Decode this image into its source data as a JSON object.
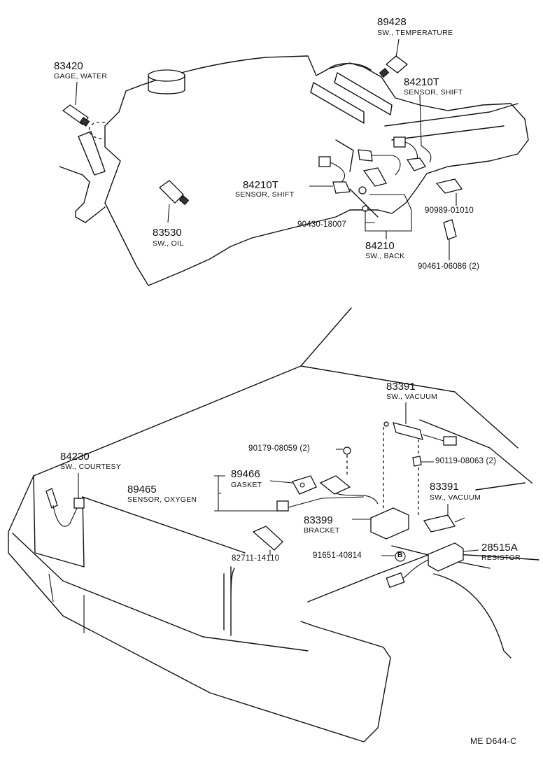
{
  "drawing_code": "ME  D644-C",
  "parts": {
    "p89428": {
      "number": "89428",
      "desc": "SW., TEMPERATURE"
    },
    "p83420": {
      "number": "83420",
      "desc": "GAGE, WATER"
    },
    "p84210T_right": {
      "number": "84210T",
      "desc": "SENSOR, SHIFT"
    },
    "p84210T_left": {
      "number": "84210T",
      "desc": "SENSOR, SHIFT"
    },
    "p83530": {
      "number": "83530",
      "desc": "SW., OIL"
    },
    "p90989": {
      "number": "90989-01010"
    },
    "p90430": {
      "number": "90430-18007"
    },
    "p84210": {
      "number": "84210",
      "desc": "SW., BACK"
    },
    "p90461": {
      "number": "90461-06086 (2)"
    },
    "p83391_top": {
      "number": "83391",
      "desc": "SW., VACUUM"
    },
    "p90179": {
      "number": "90179-08059 (2)"
    },
    "p90119": {
      "number": "90119-08063 (2)"
    },
    "p84230": {
      "number": "84230",
      "desc": "SW., COURTESY"
    },
    "p89466": {
      "number": "89466",
      "desc": "GASKET"
    },
    "p89465": {
      "number": "89465",
      "desc": "SENSOR, OXYGEN"
    },
    "p83391_mid": {
      "number": "83391",
      "desc": "SW., VACUUM"
    },
    "p83399": {
      "number": "83399",
      "desc": "BRACKET"
    },
    "p28515A": {
      "number": "28515A",
      "desc": "RESISTOR"
    },
    "p91651": {
      "number": "91651-40814"
    },
    "p82711": {
      "number": "82711-14110"
    }
  },
  "callout_marker": "B"
}
